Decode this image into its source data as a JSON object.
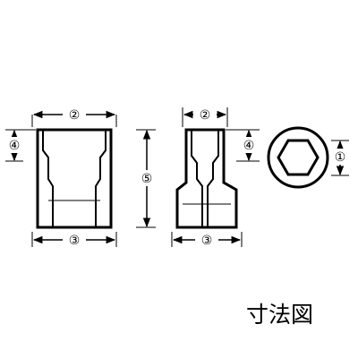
{
  "labels": {
    "d1": "①",
    "d2": "②",
    "d3": "③",
    "d4": "④",
    "d5": "⑤"
  },
  "caption": "寸法図",
  "colors": {
    "ink": "#000000",
    "paper": "#ffffff"
  }
}
